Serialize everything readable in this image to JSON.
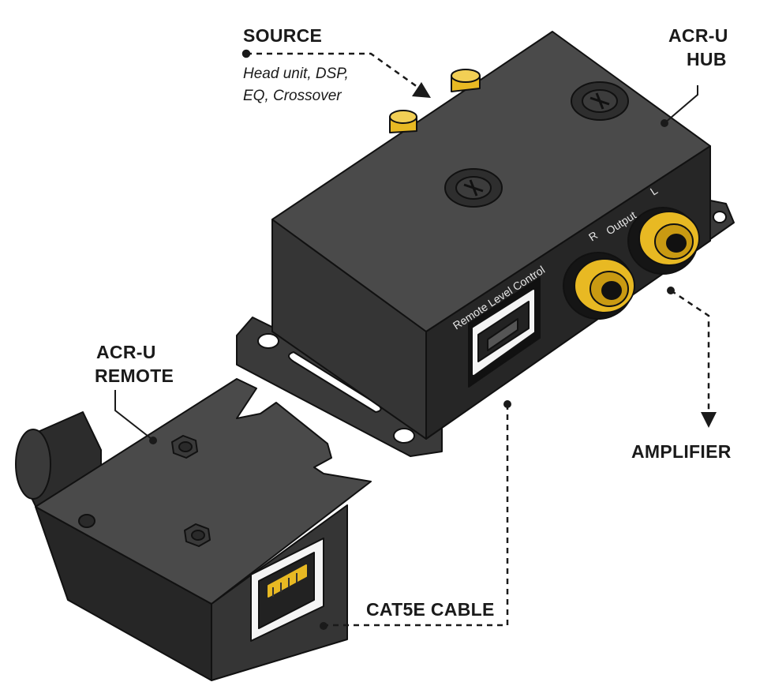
{
  "labels": {
    "source": "SOURCE",
    "source_desc_1": "Head unit, DSP,",
    "source_desc_2": "EQ, Crossover",
    "hub_1": "ACR-U",
    "hub_2": "HUB",
    "remote_1": "ACR-U",
    "remote_2": "REMOTE",
    "amplifier": "AMPLIFIER",
    "cable": "CAT5E CABLE"
  },
  "device_text": {
    "remote_level_control": "Remote Level Control",
    "output": "Output",
    "r": "R",
    "l": "L"
  },
  "colors": {
    "body_top": "#4a4a4a",
    "body_side": "#353535",
    "body_front": "#262626",
    "rca_gold": "#e8b923",
    "line": "#1a1a1a"
  }
}
